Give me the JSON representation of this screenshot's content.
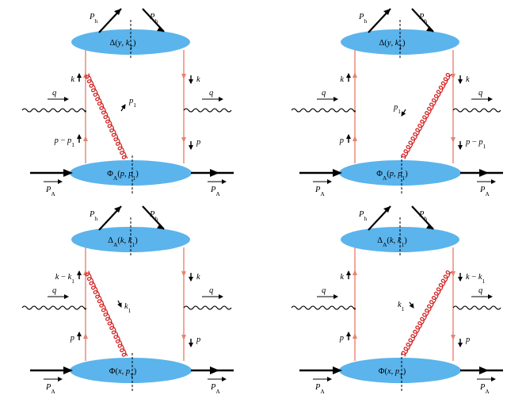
{
  "diagrams": [
    {
      "id": "top-left",
      "top_blob": "Δ(y, k_T)",
      "bottom_blob": "Φ_A(p, p_1)",
      "left_momenta": [
        "k",
        "p − p_1"
      ],
      "right_momenta": [
        "k",
        "p"
      ],
      "gluon_label": "p_1",
      "gluon_side": "left",
      "photon_label": "q",
      "hadron_in": "P_A",
      "hadron_out": "P_h"
    },
    {
      "id": "top-right",
      "top_blob": "Δ(y, k_T)",
      "bottom_blob": "Φ_A(p, p_1)",
      "left_momenta": [
        "k",
        "p"
      ],
      "right_momenta": [
        "k",
        "p − p_1"
      ],
      "gluon_label": "p_1",
      "gluon_side": "right",
      "photon_label": "q",
      "hadron_in": "P_A",
      "hadron_out": "P_h"
    },
    {
      "id": "bottom-left",
      "top_blob": "Δ_A(k, k_1)",
      "bottom_blob": "Φ(x, p_T)",
      "left_momenta": [
        "k − k_1",
        "p"
      ],
      "right_momenta": [
        "k",
        "p"
      ],
      "gluon_label": "k_1",
      "gluon_side": "left",
      "photon_label": "q",
      "hadron_in": "P_A",
      "hadron_out": "P_h"
    },
    {
      "id": "bottom-right",
      "top_blob": "Δ_A(k, k_1)",
      "bottom_blob": "Φ(x, p_T)",
      "left_momenta": [
        "k",
        "p"
      ],
      "right_momenta": [
        "k − k_1",
        "p"
      ],
      "gluon_label": "k_1",
      "gluon_side": "right",
      "photon_label": "q",
      "hadron_in": "P_A",
      "hadron_out": "P_h"
    }
  ],
  "colors": {
    "blob": "#5bb4ec",
    "quark_line": "#e8836f",
    "gluon": "#d41f1f",
    "hadron": "#000000"
  }
}
